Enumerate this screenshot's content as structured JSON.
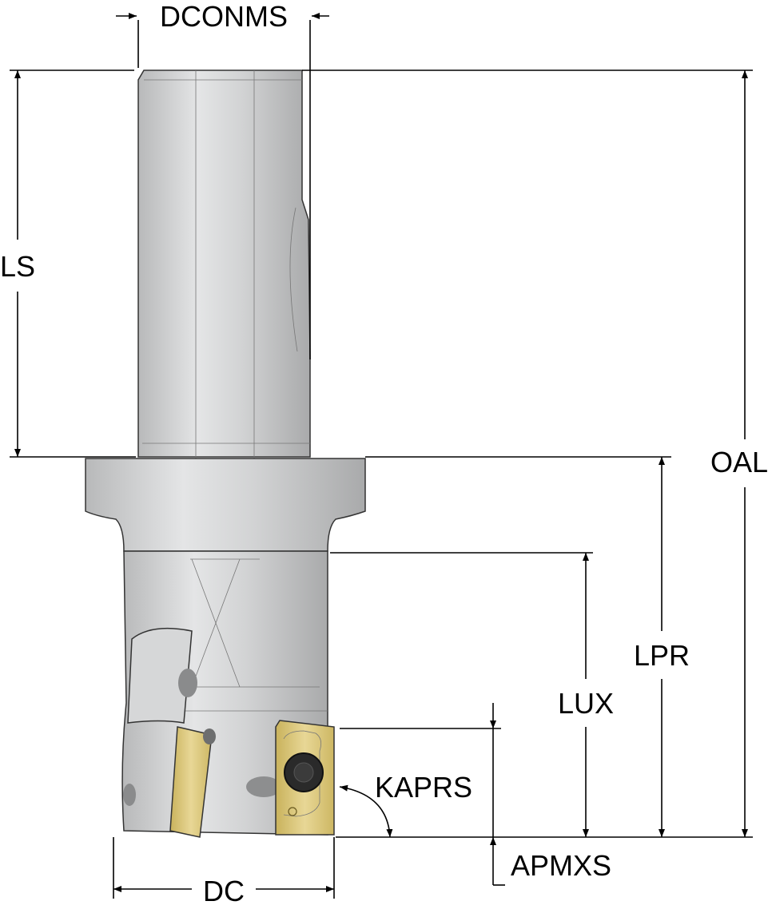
{
  "title": "Milling cutter dimension drawing",
  "colors": {
    "steel": "#c9cacb",
    "steel_light": "#e6e7e8",
    "insert": "#d9c47a",
    "screw": "#2a2a2a",
    "line": "#000000"
  },
  "labels": {
    "dconms": "DCONMS",
    "ls": "LS",
    "oal": "OAL",
    "lpr": "LPR",
    "lux": "LUX",
    "kaprs": "KAPRS",
    "apmxs": "APMXS",
    "dc": "DC"
  }
}
